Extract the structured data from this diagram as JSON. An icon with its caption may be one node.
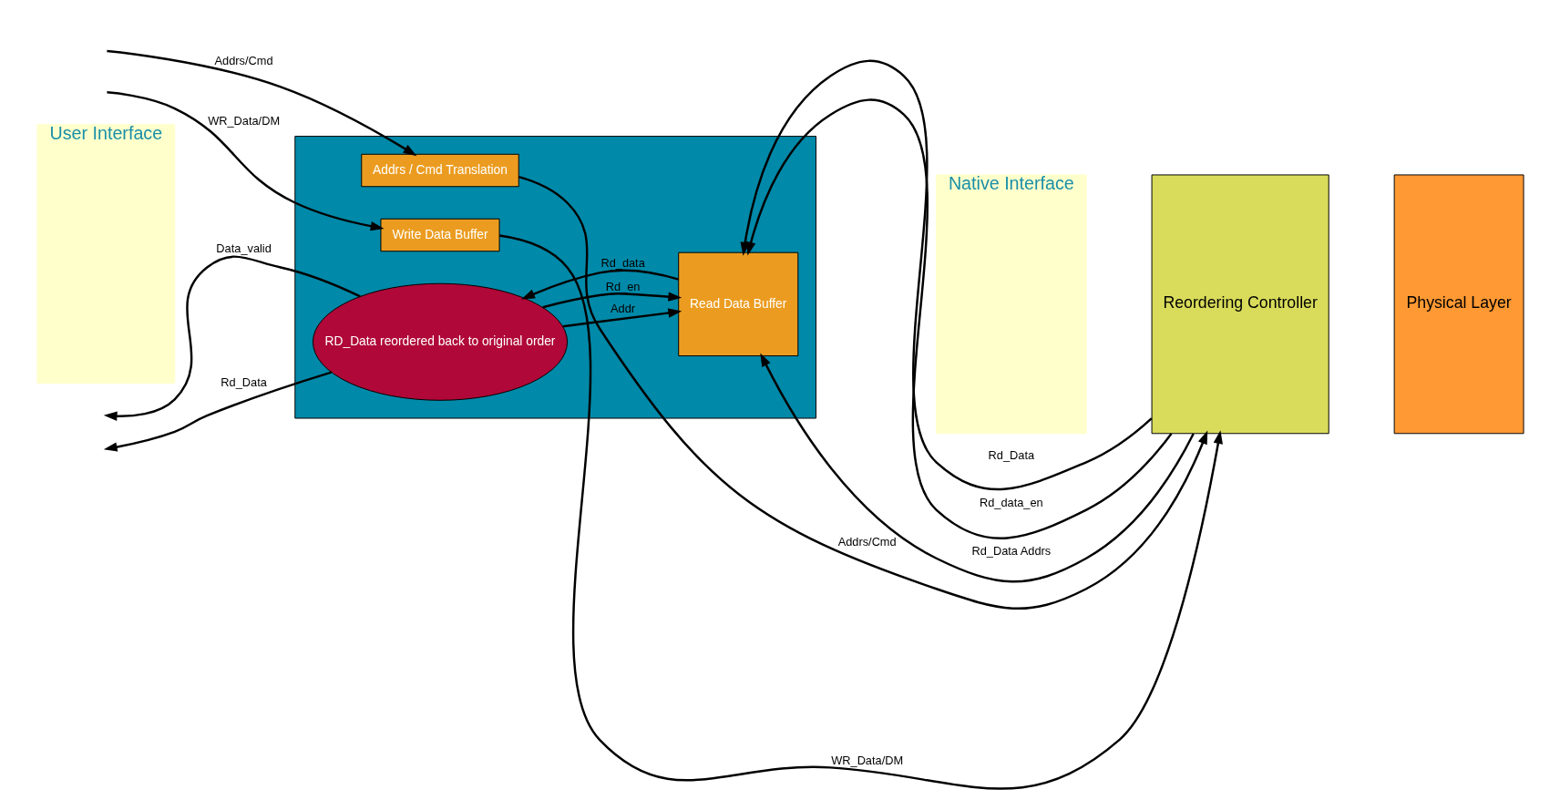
{
  "diagram": {
    "nodes": [
      {
        "text": [
          "User Interface"
        ]
      },
      {
        "text": [],
        "shape": "box"
      },
      {
        "text": [
          "Addrs / Cmd Translation"
        ],
        "in": 1
      },
      {
        "text": [
          "Write Data Buffer"
        ],
        "in": 1
      },
      {
        "text": [
          "RD_Data reordered back to original order"
        ],
        "in": 1
      },
      {
        "text": [
          "Read Data Buffer"
        ],
        "in": 1
      },
      {
        "text": [
          "Native Interface"
        ]
      },
      {
        "text": [
          "Reordering Controller"
        ]
      },
      {
        "text": [
          "Physical Layer"
        ]
      }
    ],
    "edges": [
      {
        "from": null,
        "to": 2,
        "arrow": "to",
        "label": "Addrs/Cmd"
      },
      {
        "from": 2,
        "to": 7,
        "arrow": "to",
        "label": "Addrs/Cmd"
      },
      {
        "from": null,
        "to": 3,
        "arrow": "to",
        "label": "WR_Data/DM"
      },
      {
        "from": 3,
        "to": 7,
        "arrow": "to",
        "label": "WR_Data/DM"
      },
      {
        "from": 4,
        "to": null,
        "arrow": "to",
        "label": "Data_valid"
      },
      {
        "from": 4,
        "to": null,
        "arrow": "to",
        "label": "Rd_Data"
      },
      {
        "from": 4,
        "to": 5,
        "arrow": "to",
        "label": "Addr"
      },
      {
        "from": 4,
        "to": 5,
        "arrow": "to",
        "label": "Rd_en"
      },
      {
        "from": 5,
        "to": 4,
        "arrow": "to",
        "label": "Rd_data"
      },
      {
        "from": 7,
        "to": 5,
        "arrow": "to",
        "label": "Rd_Data"
      },
      {
        "from": 7,
        "to": 5,
        "arrow": "to",
        "label": "Rd_data_en"
      },
      {
        "from": 7,
        "to": 5,
        "arrow": "to",
        "label": "Rd_Data Addrs"
      }
    ]
  }
}
